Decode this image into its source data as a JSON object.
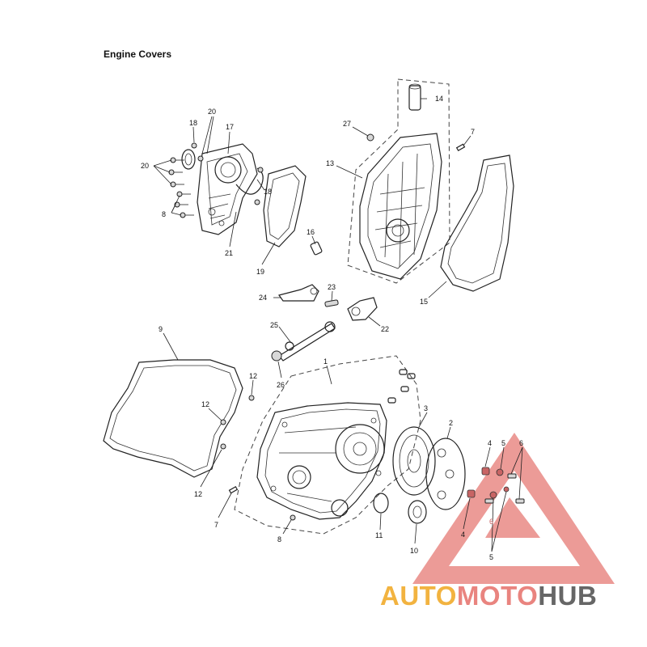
{
  "title": "Engine Covers",
  "callouts": [
    {
      "id": "c1",
      "text": "1"
    },
    {
      "id": "c2",
      "text": "2"
    },
    {
      "id": "c3",
      "text": "3"
    },
    {
      "id": "c4a",
      "text": "4"
    },
    {
      "id": "c4b",
      "text": "4"
    },
    {
      "id": "c5a",
      "text": "5"
    },
    {
      "id": "c5b",
      "text": "5"
    },
    {
      "id": "c6a",
      "text": "6"
    },
    {
      "id": "c6b",
      "text": "6"
    },
    {
      "id": "c7a",
      "text": "7"
    },
    {
      "id": "c7b",
      "text": "7"
    },
    {
      "id": "c8a",
      "text": "8"
    },
    {
      "id": "c8b",
      "text": "8"
    },
    {
      "id": "c9",
      "text": "9"
    },
    {
      "id": "c10",
      "text": "10"
    },
    {
      "id": "c11",
      "text": "11"
    },
    {
      "id": "c12a",
      "text": "12"
    },
    {
      "id": "c12b",
      "text": "12"
    },
    {
      "id": "c12c",
      "text": "12"
    },
    {
      "id": "c13",
      "text": "13"
    },
    {
      "id": "c14",
      "text": "14"
    },
    {
      "id": "c15",
      "text": "15"
    },
    {
      "id": "c16",
      "text": "16"
    },
    {
      "id": "c17",
      "text": "17"
    },
    {
      "id": "c18a",
      "text": "18"
    },
    {
      "id": "c18b",
      "text": "18"
    },
    {
      "id": "c19",
      "text": "19"
    },
    {
      "id": "c20a",
      "text": "20"
    },
    {
      "id": "c20b",
      "text": "20"
    },
    {
      "id": "c21",
      "text": "21"
    },
    {
      "id": "c22",
      "text": "22"
    },
    {
      "id": "c23",
      "text": "23"
    },
    {
      "id": "c24",
      "text": "24"
    },
    {
      "id": "c25",
      "text": "25"
    },
    {
      "id": "c26",
      "text": "26"
    },
    {
      "id": "c27",
      "text": "27"
    }
  ],
  "watermark": {
    "part1": "AUTO",
    "part2": "MOTO",
    "part3": "HUB",
    "colors": {
      "auto": "#f2b340",
      "moto": "#e9847f",
      "hub": "#666666",
      "triangle": "#e98a86"
    }
  }
}
